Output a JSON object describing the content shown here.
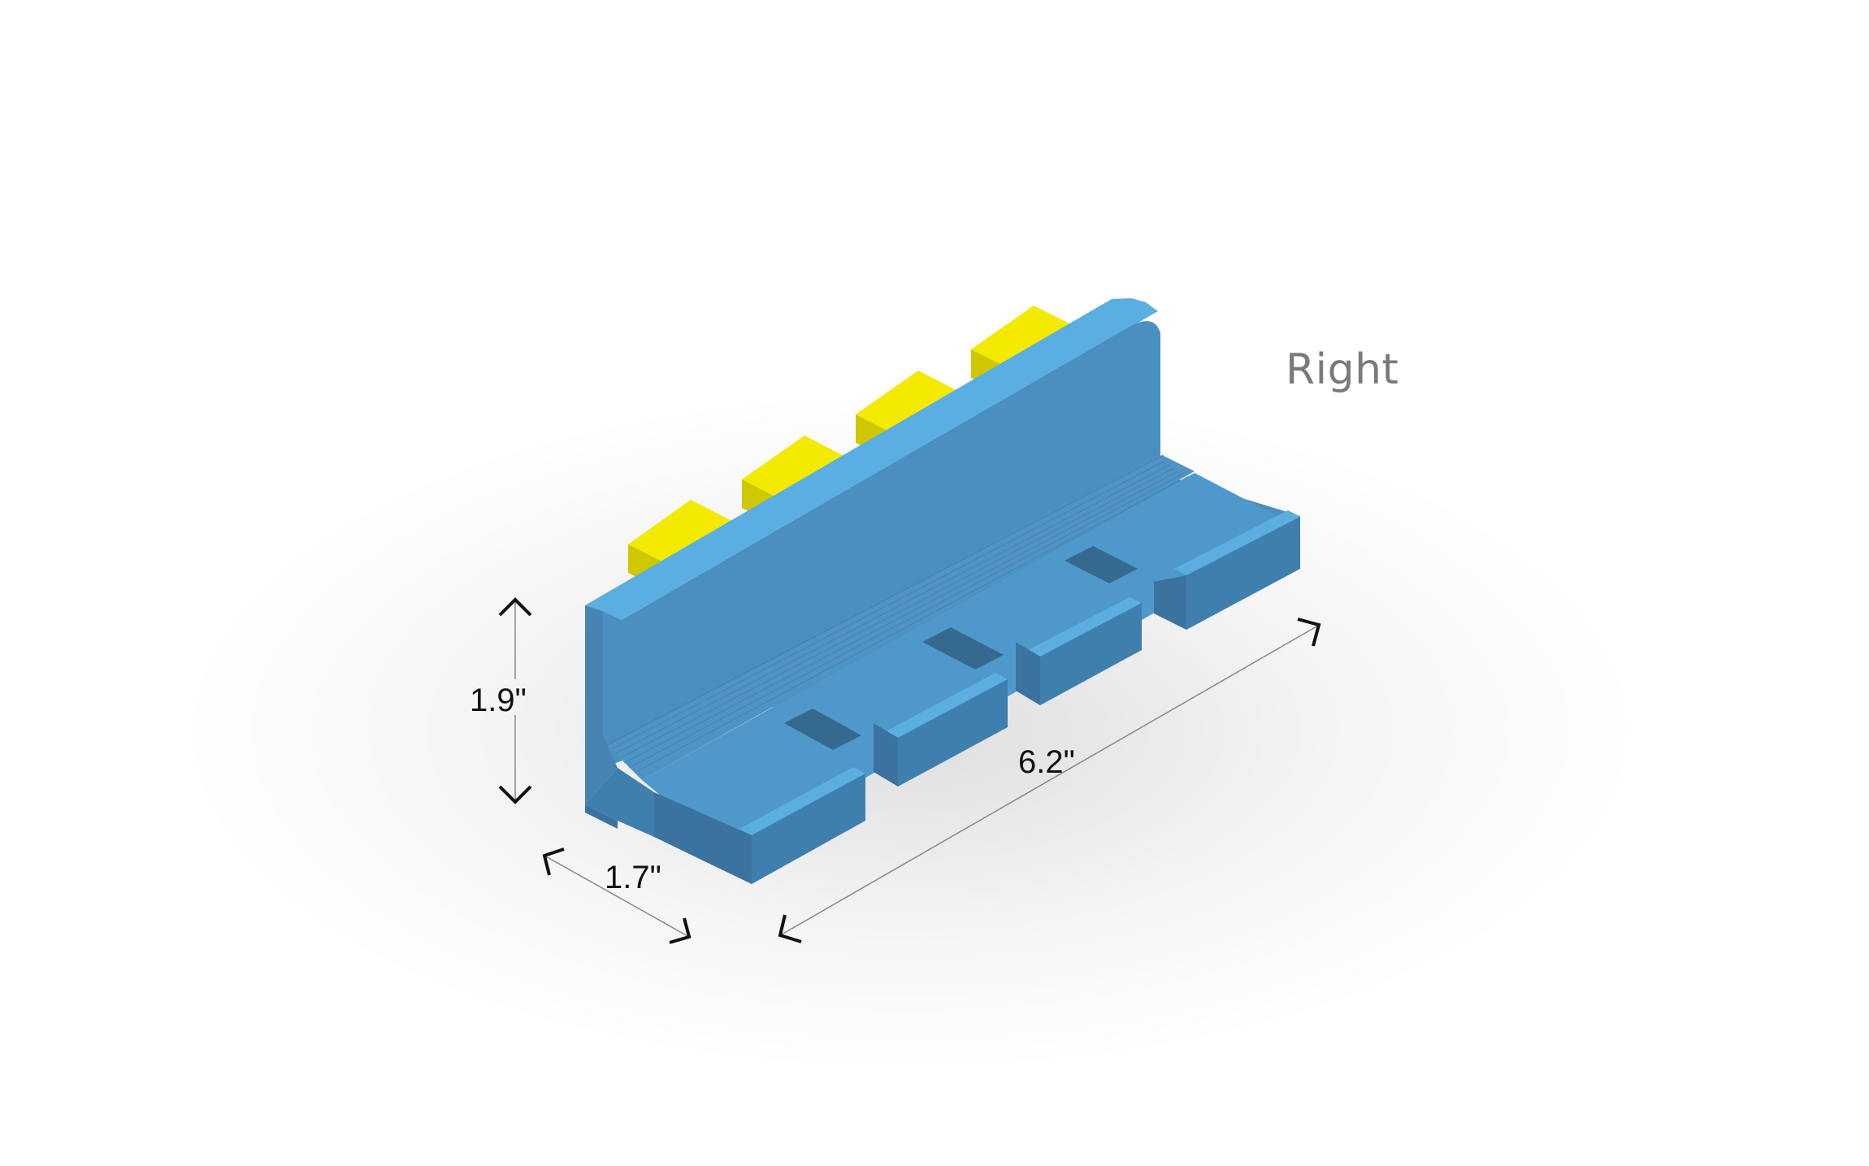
{
  "view": {
    "label": "Right"
  },
  "model": {
    "description": "Isometric render of a blue 4-slot holder with yellow tabs on back",
    "colors": {
      "body_front": "#4a8fc0",
      "body_top": "#5aaee2",
      "body_side": "#3f7fae",
      "body_floor": "#4f98cb",
      "tab_top": "#f3ea00",
      "tab_side": "#cfc700",
      "tab_front": "#e3da00"
    },
    "slots": 4,
    "tabs": 4
  },
  "dimensions": {
    "height": {
      "label": "1.9\""
    },
    "depth": {
      "label": "1.7\""
    },
    "width": {
      "label": "6.2\""
    }
  }
}
